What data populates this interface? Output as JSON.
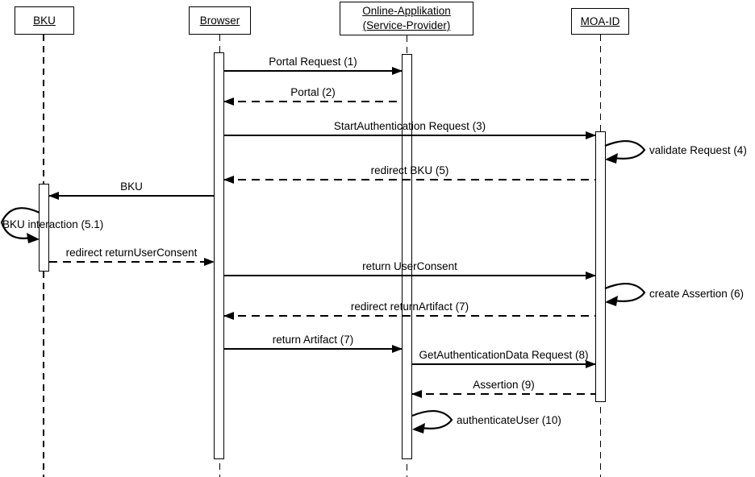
{
  "diagram": {
    "type": "uml-sequence-diagram",
    "colors": {
      "stroke": "#000000",
      "background": "#ffffff",
      "fill": "#ffffff"
    },
    "actors": [
      {
        "id": "bku",
        "name": "BKU"
      },
      {
        "id": "browser",
        "name": "Browser"
      },
      {
        "id": "online-applikation",
        "name": "Online-Applikation (Service-Provider)"
      },
      {
        "id": "moa-id",
        "name": "MOA-ID"
      }
    ],
    "messages": [
      {
        "label": "Portal Request (1)",
        "from": "Browser",
        "to": "Online-Applikation (Service-Provider)",
        "style": "solid"
      },
      {
        "label": "Portal (2)",
        "from": "Online-Applikation (Service-Provider)",
        "to": "Browser",
        "style": "dashed"
      },
      {
        "label": "StartAuthentication Request (3)",
        "from": "Browser",
        "to": "MOA-ID",
        "style": "solid"
      },
      {
        "label": "validate Request (4)",
        "from": "MOA-ID",
        "to": "MOA-ID",
        "style": "self"
      },
      {
        "label": "redirect BKU (5)",
        "from": "MOA-ID",
        "to": "Browser",
        "style": "dashed"
      },
      {
        "label": "BKU",
        "from": "Browser",
        "to": "BKU",
        "style": "solid"
      },
      {
        "label": "BKU interaction (5.1)",
        "from": "BKU",
        "to": "BKU",
        "style": "self"
      },
      {
        "label": "redirect returnUserConsent",
        "from": "BKU",
        "to": "Browser",
        "style": "dashed"
      },
      {
        "label": "return UserConsent",
        "from": "Browser",
        "to": "MOA-ID",
        "style": "solid"
      },
      {
        "label": "create Assertion (6)",
        "from": "MOA-ID",
        "to": "MOA-ID",
        "style": "self"
      },
      {
        "label": "redirect returnArtifact (7)",
        "from": "MOA-ID",
        "to": "Browser",
        "style": "dashed"
      },
      {
        "label": "return Artifact (7)",
        "from": "Browser",
        "to": "Online-Applikation (Service-Provider)",
        "style": "solid"
      },
      {
        "label": "GetAuthenticationData Request (8)",
        "from": "Online-Applikation (Service-Provider)",
        "to": "MOA-ID",
        "style": "solid"
      },
      {
        "label": "Assertion (9)",
        "from": "MOA-ID",
        "to": "Online-Applikation (Service-Provider)",
        "style": "dashed"
      },
      {
        "label": "authenticateUser (10)",
        "from": "Online-Applikation (Service-Provider)",
        "to": "Online-Applikation (Service-Provider)",
        "style": "self"
      }
    ]
  }
}
